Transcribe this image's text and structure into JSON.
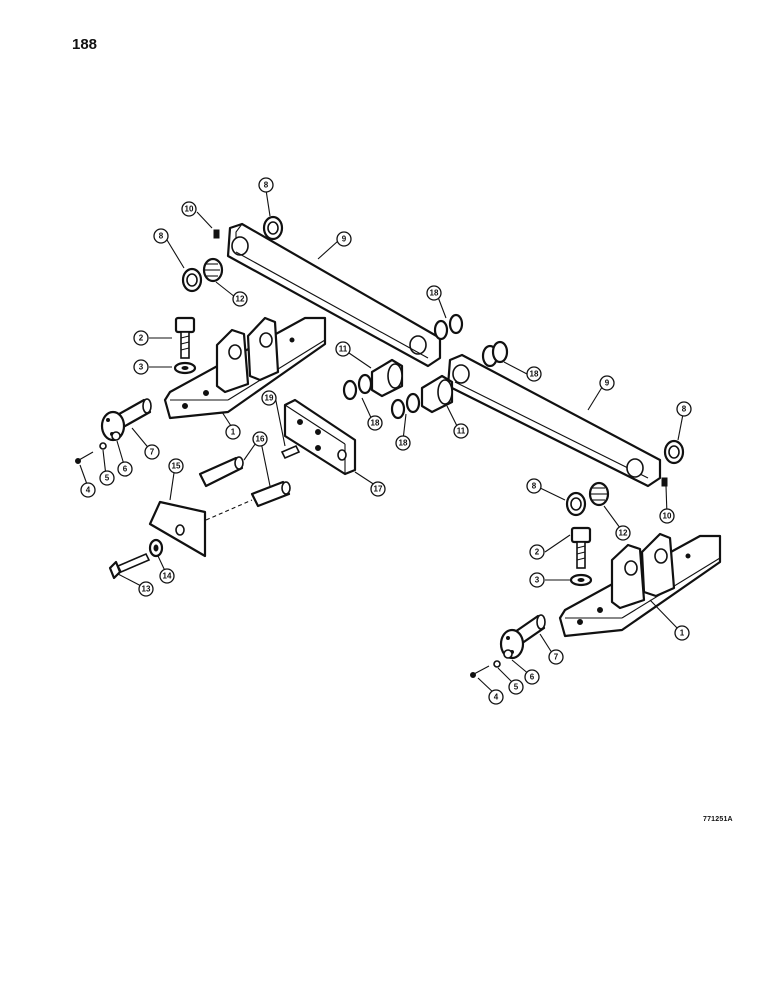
{
  "page": {
    "number": "188",
    "drawing_code": "771251A"
  },
  "callouts": [
    {
      "id": "c-8a",
      "label": "8"
    },
    {
      "id": "c-10a",
      "label": "10"
    },
    {
      "id": "c-9a",
      "label": "9"
    },
    {
      "id": "c-8b",
      "label": "8"
    },
    {
      "id": "c-12a",
      "label": "12"
    },
    {
      "id": "c-18a",
      "label": "18"
    },
    {
      "id": "c-2a",
      "label": "2"
    },
    {
      "id": "c-3a",
      "label": "3"
    },
    {
      "id": "c-11a",
      "label": "11"
    },
    {
      "id": "c-18b",
      "label": "18"
    },
    {
      "id": "c-9b",
      "label": "9"
    },
    {
      "id": "c-1a",
      "label": "1"
    },
    {
      "id": "c-19",
      "label": "19"
    },
    {
      "id": "c-18c",
      "label": "18"
    },
    {
      "id": "c-11b",
      "label": "11"
    },
    {
      "id": "c-18d",
      "label": "18"
    },
    {
      "id": "c-7a",
      "label": "7"
    },
    {
      "id": "c-6a",
      "label": "6"
    },
    {
      "id": "c-5a",
      "label": "5"
    },
    {
      "id": "c-4a",
      "label": "4"
    },
    {
      "id": "c-16",
      "label": "16"
    },
    {
      "id": "c-17",
      "label": "17"
    },
    {
      "id": "c-15",
      "label": "15"
    },
    {
      "id": "c-8c",
      "label": "8"
    },
    {
      "id": "c-8d",
      "label": "8"
    },
    {
      "id": "c-12b",
      "label": "12"
    },
    {
      "id": "c-10b",
      "label": "10"
    },
    {
      "id": "c-14",
      "label": "14"
    },
    {
      "id": "c-13",
      "label": "13"
    },
    {
      "id": "c-2b",
      "label": "2"
    },
    {
      "id": "c-3b",
      "label": "3"
    },
    {
      "id": "c-1b",
      "label": "1"
    },
    {
      "id": "c-7b",
      "label": "7"
    },
    {
      "id": "c-6b",
      "label": "6"
    },
    {
      "id": "c-5b",
      "label": "5"
    },
    {
      "id": "c-4b",
      "label": "4"
    }
  ]
}
